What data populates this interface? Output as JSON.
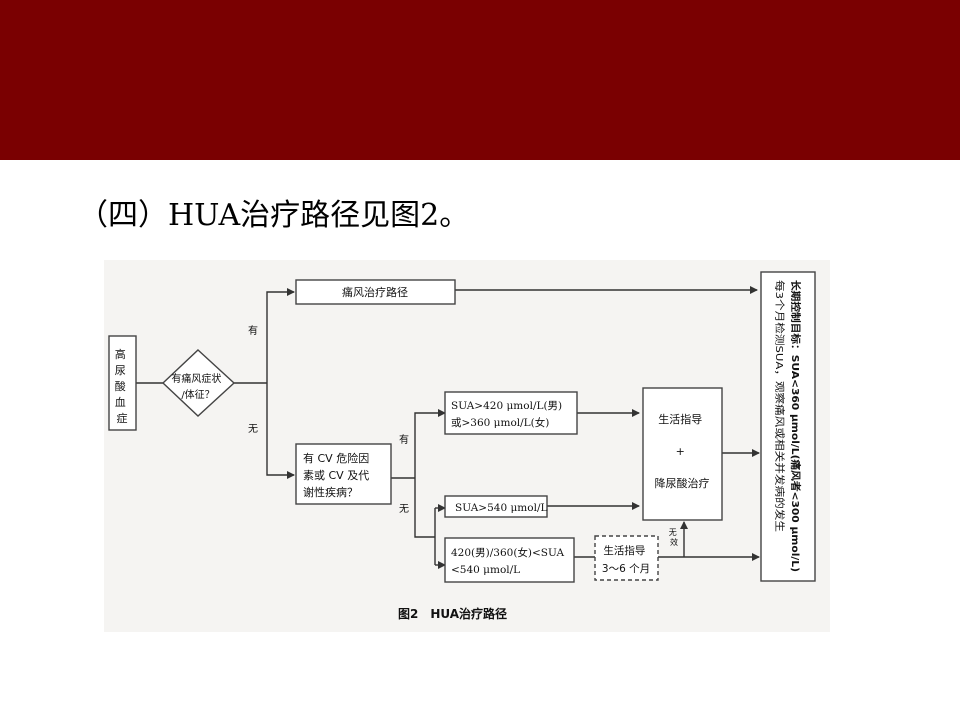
{
  "slide": {
    "heading": "（四）HUA治疗路径见图2。",
    "banner_color": "#7a0001"
  },
  "diagram": {
    "start": [
      "高",
      "尿",
      "酸",
      "血",
      "症"
    ],
    "decision": [
      "有痛风症状",
      "/体征？"
    ],
    "branch_yes": "有",
    "branch_no": "无",
    "gout_path": "痛风治疗路径",
    "cv_question": [
      "有 CV 危险因",
      "素或 CV 及代",
      "谢性疾病？"
    ],
    "cv_yes": "有",
    "cv_no": "无",
    "sua_threshold_1": [
      "SUA>420 μmol/L(男)",
      "或>360 μmol/L(女)"
    ],
    "sua_threshold_2": "SUA>540 μmol/L",
    "sua_range": [
      "420(男)/360(女)<SUA",
      "<540 μmol/L"
    ],
    "lifestyle_guidance": [
      "生活指导",
      "3～6 个月"
    ],
    "ineffective": [
      "无",
      "效"
    ],
    "treatment": [
      "生活指导",
      "+",
      "降尿酸治疗"
    ],
    "long_term_title": "长期控制目标：SUA<360 μmol/L(痛风者<300 μmol/L)",
    "long_term_detail": "每3个月检测SUA，观察痛风或相关并发病的发生",
    "caption": "图2　HUA治疗路径"
  }
}
